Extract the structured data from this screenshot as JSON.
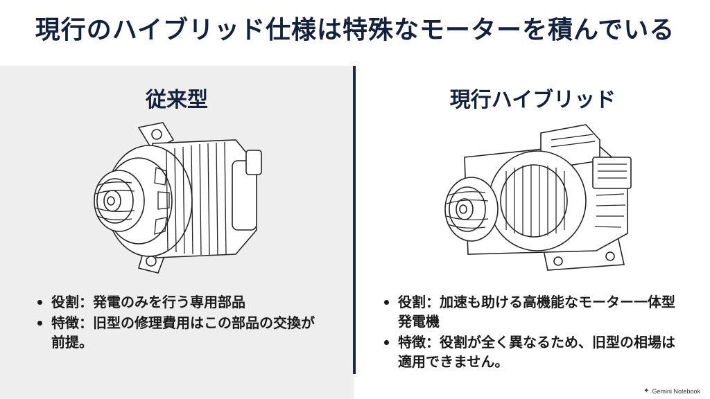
{
  "title": "現行のハイブリッド仕様は特殊なモーターを積んでいる",
  "left": {
    "heading": "従来型",
    "bullets": [
      "役割：発電のみを行う専用部品",
      "特徴：旧型の修理費用はこの部品の交換が前提。"
    ]
  },
  "right": {
    "heading": "現行ハイブリッド",
    "bullets": [
      "役割：加速も助ける高機能なモーター一体型発電機",
      "特徴：役割が全く異なるため、旧型の相場は適用できません。"
    ]
  },
  "watermark": "Gemini Notebook",
  "colors": {
    "navy": "#14213d",
    "panel_gray": "#eeeeee"
  }
}
